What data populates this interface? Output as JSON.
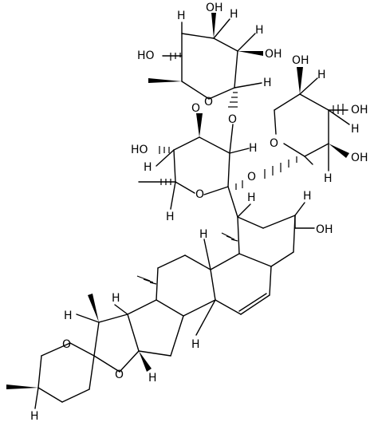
{
  "labels": {
    "oh": "OH",
    "ho": "HO",
    "o": "O",
    "h": "H"
  }
}
